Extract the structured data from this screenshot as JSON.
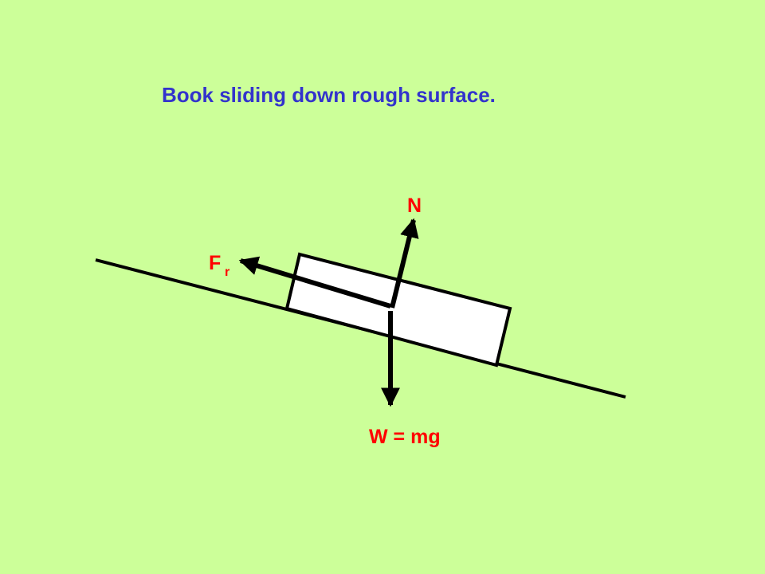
{
  "title": "Book sliding down rough surface.",
  "labels": {
    "normal": "N",
    "friction_main": "F",
    "friction_sub": "r",
    "weight": "W = mg"
  },
  "colors": {
    "background": "#ccff99",
    "title": "#3333cc",
    "labels": "#ff0000",
    "lines": "#000000",
    "book_fill": "#ffffff"
  }
}
